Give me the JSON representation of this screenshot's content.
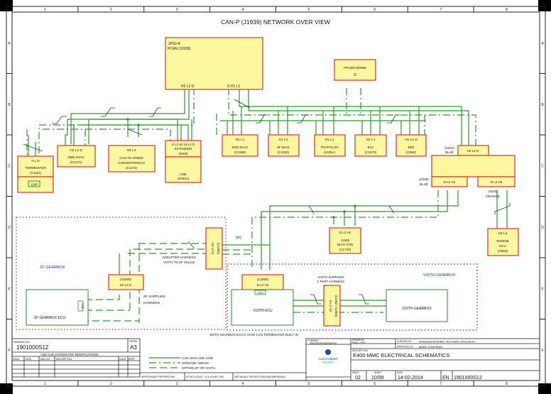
{
  "title": "CAN-P (J1939) NETWORK OVER VIEW",
  "grid": {
    "columns": [
      "1",
      "2",
      "3",
      "4",
      "5",
      "6",
      "7",
      "8"
    ],
    "rows": [
      "A",
      "B",
      "C",
      "D",
      "E",
      "F"
    ]
  },
  "modules": {
    "pcan": {
      "line1": "JPS2-A",
      "line2": "PCAN (J1939)",
      "pins_left": "H2  L2  D",
      "pins_right": "D    H1   L1"
    },
    "fpcb": {
      "line1": "FPCB/CN0082",
      "pin": "D"
    },
    "terminator": {
      "pins": "H   L   D",
      "name": "TERMINATOR",
      "code": "(C1112)",
      "sub": "120R"
    },
    "obd": {
      "pins": "H2   L2   D",
      "name": "OBD DIAG",
      "code": "(C1171)"
    },
    "can_speed": {
      "pins": "H2  L2",
      "name1": "CAN TO SPEED",
      "name2": "CONVERTER(CS)",
      "code": "(C1172)"
    },
    "extension": {
      "pins": "D L2 H2 H2 L2 D",
      "name": "EXTENSION",
      "code": "(X003)",
      "link": "LINK",
      "link_code": "(X003A)"
    },
    "eng_diag": {
      "pins": "H1   L1",
      "name": "ENG DIAG",
      "code": "(C1158)"
    },
    "zf_diag": {
      "pins": "H1   L1",
      "name": "ZF DIAG",
      "code": "(C1033)"
    },
    "rf_logic": {
      "pins": "H1   L1",
      "name": "TRAFFILOG",
      "code": "(1033A)"
    },
    "elc": {
      "pins": "H1   L1",
      "name": "ELC",
      "code": "(C1570)"
    },
    "ebs": {
      "pins": "H1   L1   D",
      "name": "EBS",
      "code": "(C850)"
    },
    "x204": {
      "label": "(X204)",
      "color": "BLUE",
      "pins": "H2   L2   D"
    },
    "x205": {
      "label": "(X205)",
      "color": "BLUE",
      "pins": "D   L2   H2"
    },
    "x203": {
      "label": "(X203)",
      "color": "ORANGE",
      "pins": "D   L2   H2"
    },
    "engine_ecu": {
      "pins": "H2   L2",
      "name1": "ENGINE",
      "name2": "ECU",
      "code": "(C860)"
    },
    "diag_con": {
      "pins": "D   L2   H2",
      "name1": "J1939",
      "name2": "DIAG CON",
      "code": "(C1720)"
    },
    "c1901": {
      "pins": "H2   L2   D",
      "code": "(C1901)"
    },
    "x2000": {
      "code": "(X2000)",
      "pins": "H2   L2   D"
    },
    "c1900": {
      "code": "(C1900)",
      "pins": "D   L2   H2"
    },
    "voith_harness_conn": {
      "pins": "D  L2  H2",
      "code": "(C1902 / C1903)"
    }
  },
  "annotations": {
    "or": "(or)",
    "adapter1": "ADDAPTER HARNESS",
    "adapter2": "VOITH TO ZF 481216",
    "zf_gearbox": "ZF GEARBOX",
    "zf_supplied1": "ZF SUPPLIED",
    "zf_supplied2": "HARNESS",
    "zf_ecu": "ZF GEARBOX ECU",
    "zf_ecu_res": "120R",
    "voith_gearbox_zone": "VOITH GEARBOX",
    "voith_supplied1": "VOITH SUPPLIED",
    "voith_supplied2": "2 PART HARNESS",
    "voith_ecu": "VOITH ECU",
    "voith_ecu_res": "120R",
    "voith_gearbox": "VOITH GEARBOX",
    "both_note": "BOTH GEARBOX ECU'S HAVE CAN TERMINATOR BUILT IN"
  },
  "legend": [
    {
      "style": "solid",
      "label": "CAN HIGH AND LOW"
    },
    {
      "style": "dashdot",
      "label": "GROUND / DRAIN"
    },
    {
      "style": "dashed",
      "label": "OPTION ZF OR VOITH"
    }
  ],
  "title_block": {
    "drawing_no_label": "DRAWING NO",
    "drawing_no": "1901000S12",
    "paper_label": "PAPER",
    "paper": "A3",
    "mods_header": "USE CAD SYSTEM FOR MODIFICATIONS",
    "mods_columns": [
      "ISSUE",
      "DATE",
      "MOD NO",
      "DESCRIPTION",
      "CHKD",
      "APPR"
    ],
    "company_label": "COMPANY",
    "company": "Electrical Engineering",
    "drawn_label": "DRAWN BY",
    "drawn": "PWC / PG",
    "checked_label": "CHECKED BY",
    "checked": "MANDEEP/ROHAN / RICHARD CROSSLEY",
    "approved_label": "APPROVED BY",
    "approved": "MARK CHAPMAN",
    "description_label": "DESCRIPTION",
    "description": "E400 MMC ELECTRICAL SCHEMATICS",
    "logo1": "ALEXANDER",
    "logo2": "DENNIS",
    "issue_label": "ISSUE",
    "issue": "02",
    "sheet_label": "SHEET",
    "sheet": "10/99",
    "date_label": "DATE",
    "date": "14-02-2014",
    "lang": "EN",
    "doc_no": "1901000S12",
    "footer1": "APPROXIMATE PROPORTIONS",
    "footer2": "DO NOT SCALE - IF IN DOUBT, ASK",
    "footer3": "3RD ANGLE PROJECTION  SKELMERSDALE"
  },
  "colors": {
    "wire": "#2b9a2b",
    "connector_fill": "#fdf7a0",
    "connector_border": "#d9302b",
    "zf_zone": "#d9302b",
    "voith_zone": "#2233cc"
  }
}
